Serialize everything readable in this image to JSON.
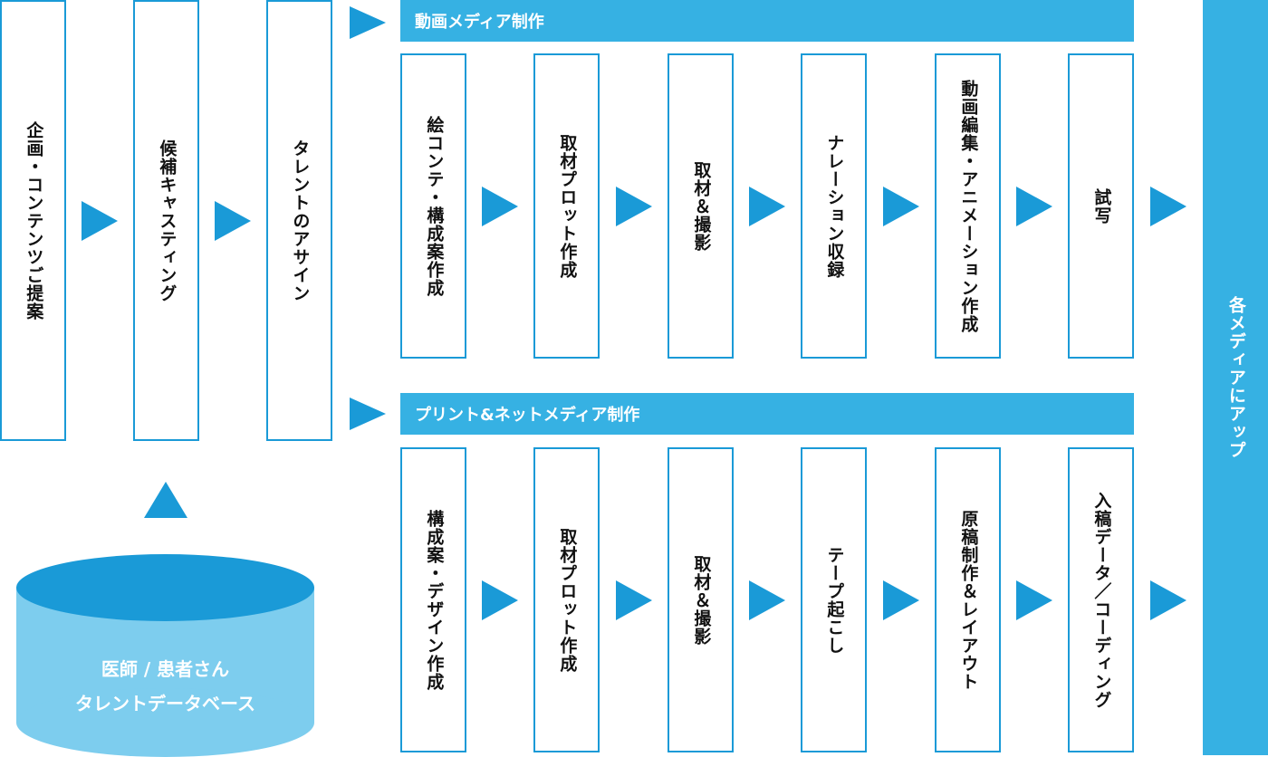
{
  "steps": {
    "planning": "企画・コンテンツご提案",
    "casting": "候補キャスティング",
    "assign": "タレントのアサイン"
  },
  "database": {
    "line1": "医師 / 患者さん",
    "line2": "タレントデータベース"
  },
  "video": {
    "header": "動画メディア制作",
    "steps": [
      "絵コンテ・構成案作成",
      "取材プロット作成",
      "取材＆撮影",
      "ナレーション収録",
      "動画編集・アニメーション作成",
      "試写"
    ]
  },
  "print": {
    "header": "プリント&ネットメディア制作",
    "steps": [
      "構成案・デザイン作成",
      "取材プロット作成",
      "取材＆撮影",
      "テープ起こし",
      "原稿制作＆レイアウト",
      "入稿データ／コーディング"
    ]
  },
  "final": "各メディアにアップ"
}
